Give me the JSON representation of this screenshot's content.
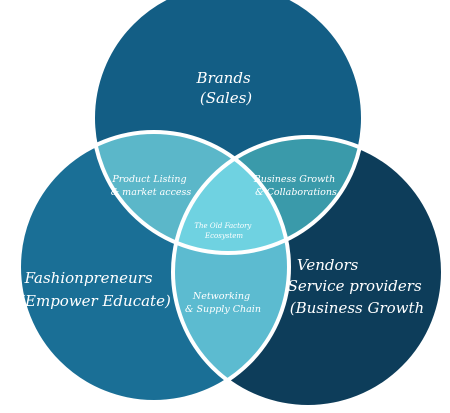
{
  "colors": {
    "top_circle": "#135E85",
    "left_circle": "#1A6F96",
    "right_circle": "#0D3D5A",
    "overlap_top_left": "#5BB7C9",
    "overlap_top_right": "#3A9AAA",
    "overlap_bottom": "#5CBBD0",
    "center": "#6FD2E1",
    "outline": "#ffffff"
  },
  "circles": {
    "top": {
      "lines": [
        "Brands",
        "(Sales)"
      ]
    },
    "left": {
      "lines": [
        "Fashionpreneurs",
        "(Empower Educate)"
      ]
    },
    "right": {
      "lines": [
        "Vendors",
        "Service providers",
        "(Business Growth"
      ]
    }
  },
  "overlaps": {
    "top_left": {
      "lines": [
        "Product Listing",
        "& market access"
      ]
    },
    "top_right": {
      "lines": [
        "Business Growth",
        "& Collaborations"
      ]
    },
    "bottom": {
      "lines": [
        "Networking",
        "& Supply Chain"
      ]
    },
    "center": {
      "lines": [
        "The Old Factory",
        "Ecosystem"
      ]
    }
  }
}
